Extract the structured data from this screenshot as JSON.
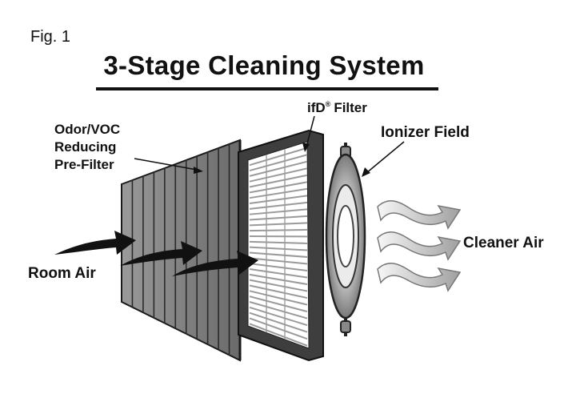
{
  "figure_label": "Fig. 1",
  "title": "3-Stage Cleaning System",
  "labels": {
    "prefilter": [
      "Odor/VOC",
      "Reducing",
      "Pre-Filter"
    ],
    "ifd_filter_main": "ifD",
    "ifd_filter_mark": "®",
    "ifd_filter_word": "Filter",
    "ionizer": "Ionizer Field",
    "room_air": "Room Air",
    "cleaner_air": "Cleaner Air"
  },
  "colors": {
    "ink": "#111111",
    "prefilter_fill": "#7a7a7a",
    "frame_fill": "#4a4a4a",
    "ionizer_fill": "#666666",
    "arrow_light": "#e0e0e0"
  },
  "icons": {
    "room_air": "black-curved-arrow-icon",
    "cleaner_air": "white-wavy-arrow-icon"
  }
}
